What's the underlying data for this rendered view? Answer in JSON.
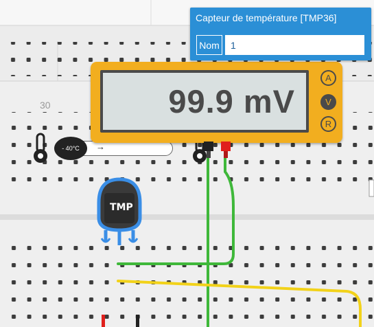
{
  "properties_panel": {
    "title": "Capteur de température [TMP36]",
    "name_label": "Nom",
    "name_value": "1"
  },
  "multimeter": {
    "reading": "99.9 mV",
    "modes": [
      "A",
      "V",
      "R"
    ],
    "active_mode": "V"
  },
  "breadboard": {
    "column_label": "30"
  },
  "temperature_slider": {
    "value_text": "- 40°C",
    "arrow": "→"
  },
  "sensor": {
    "label": "TMP"
  },
  "colors": {
    "panel_blue": "#2b8fd6",
    "multimeter_yellow": "#f2ae1f",
    "sensor_blue": "#3a8ee6",
    "wire_green": "#3fb83a",
    "wire_yellow": "#f2d21a",
    "probe_red": "#e0201c"
  },
  "icons": [
    "thermometer-icon",
    "arrow-right-icon"
  ]
}
